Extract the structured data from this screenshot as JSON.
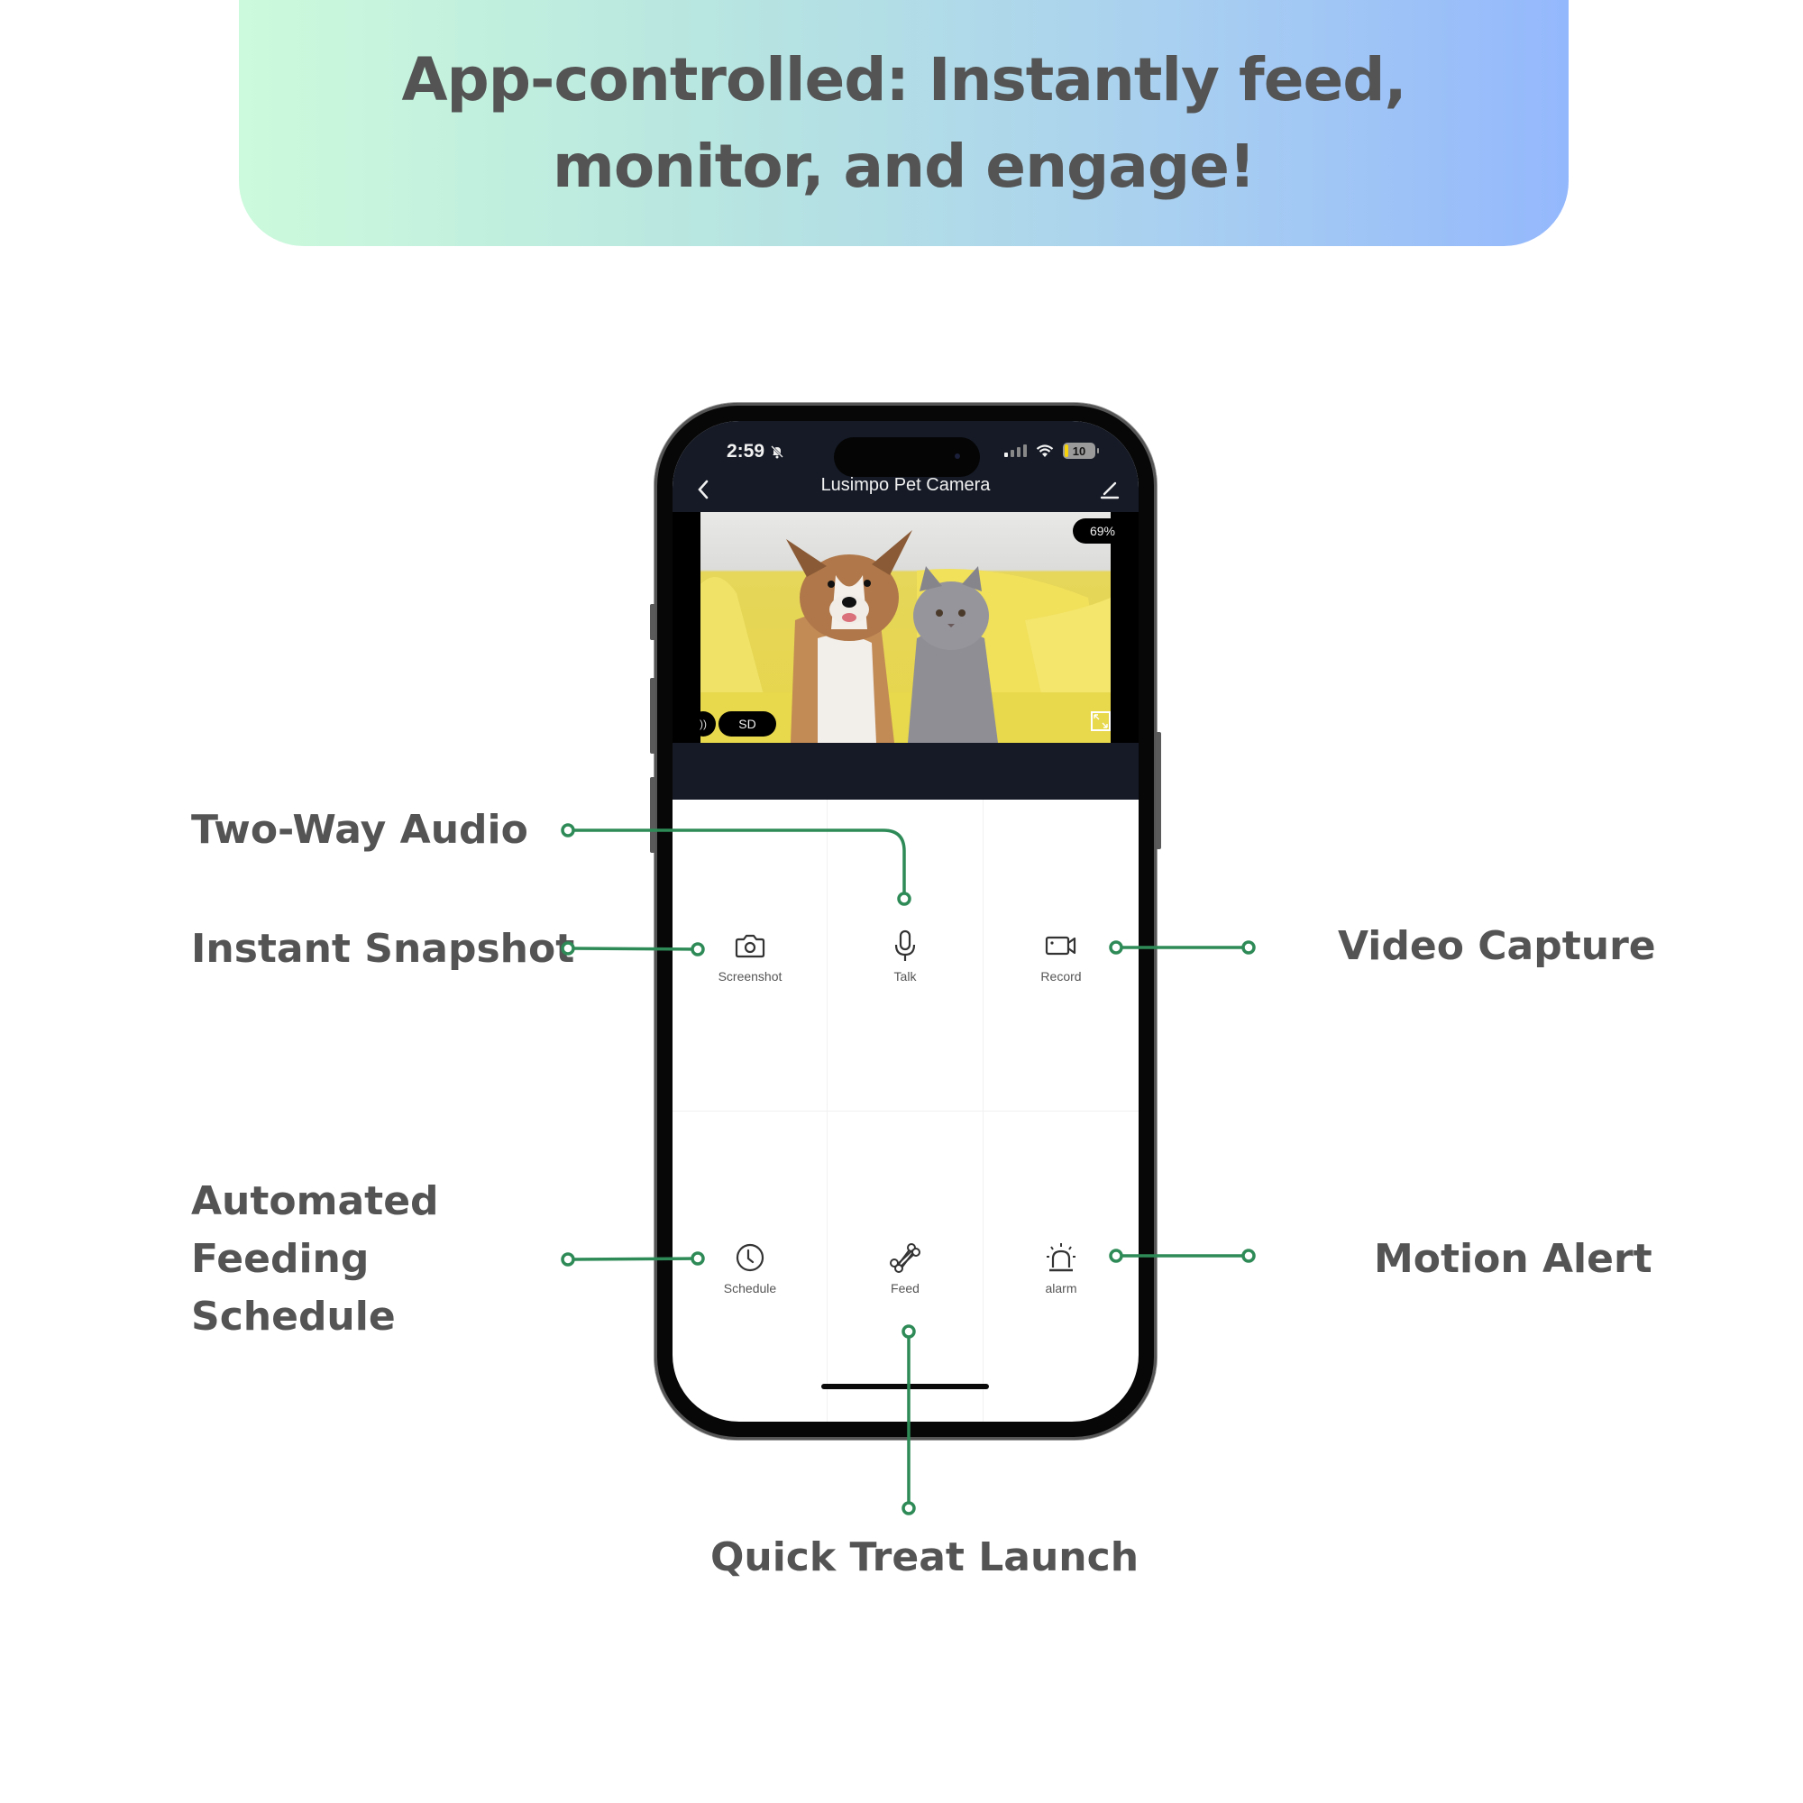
{
  "banner": {
    "line1": "App-controlled: Instantly feed,",
    "line2": "monitor, and engage!",
    "gradient_start": "#ccfadc",
    "gradient_end": "#94b8fc"
  },
  "callouts": {
    "two_way_audio": "Two-Way Audio",
    "instant_snapshot": "Instant Snapshot",
    "automated_line1": "Automated",
    "automated_line2": "Feeding",
    "automated_line3": "Schedule",
    "video_capture": "Video Capture",
    "motion_alert": "Motion Alert",
    "quick_treat_launch": "Quick Treat Launch",
    "connector_color": "#2e8b57"
  },
  "phone": {
    "status_bar": {
      "time": "2:59",
      "silent_icon": "bell-slash-icon",
      "signal_icon": "cellular-signal-icon",
      "wifi_icon": "wifi-icon",
      "battery": "10"
    },
    "nav": {
      "back_icon": "chevron-left-icon",
      "title": "Lusimpo Pet Camera",
      "edit_icon": "pencil-icon"
    },
    "video": {
      "zoom_level": "69%",
      "quality": "SD",
      "audio_icon": "speaker-wave-icon",
      "fullscreen_icon": "fullscreen-icon"
    },
    "controls": [
      {
        "label": "Screenshot",
        "icon": "camera-icon"
      },
      {
        "label": "Talk",
        "icon": "microphone-icon"
      },
      {
        "label": "Record",
        "icon": "video-camera-icon"
      },
      {
        "label": "Schedule",
        "icon": "clock-icon"
      },
      {
        "label": "Feed",
        "icon": "bone-icon"
      },
      {
        "label": "alarm",
        "icon": "siren-icon"
      }
    ]
  }
}
